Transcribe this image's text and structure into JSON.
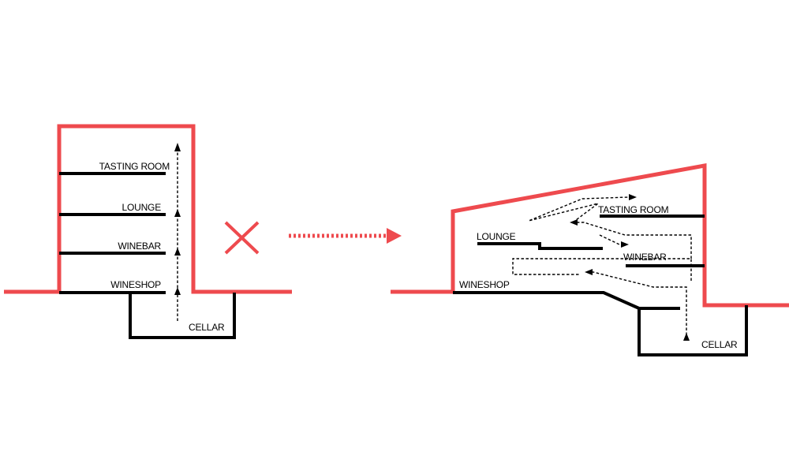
{
  "colors": {
    "envelope": "#ee4a4e",
    "structure": "#000000",
    "background": "#ffffff"
  },
  "left_section": {
    "labels": {
      "tasting_room": "TASTING ROOM",
      "lounge": "LOUNGE",
      "winebar": "WINEBAR",
      "wineshop": "WINESHOP",
      "cellar": "CELLAR"
    }
  },
  "right_section": {
    "labels": {
      "tasting_room": "TASTING ROOM",
      "lounge": "LOUNGE",
      "winebar": "WINEBAR",
      "wineshop": "WINESHOP",
      "cellar": "CELLAR"
    }
  },
  "icons": {
    "rejected": "cross-icon",
    "transition": "dotted-arrow-icon"
  }
}
